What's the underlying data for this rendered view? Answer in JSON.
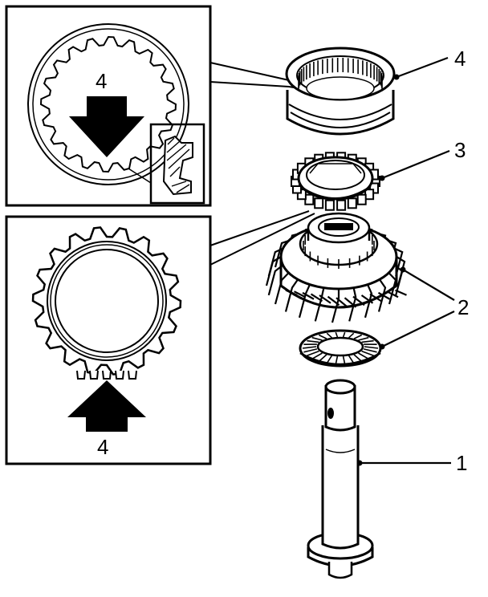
{
  "diagram": {
    "callouts": {
      "shaft": "1",
      "gear": "2",
      "bearing": "2",
      "synchro_ring": "3",
      "sleeve": "4"
    },
    "insets": {
      "upper_arrow_label": "4",
      "lower_arrow_label": "4"
    }
  },
  "colors": {
    "ink": "#000000",
    "paper": "#ffffff"
  }
}
